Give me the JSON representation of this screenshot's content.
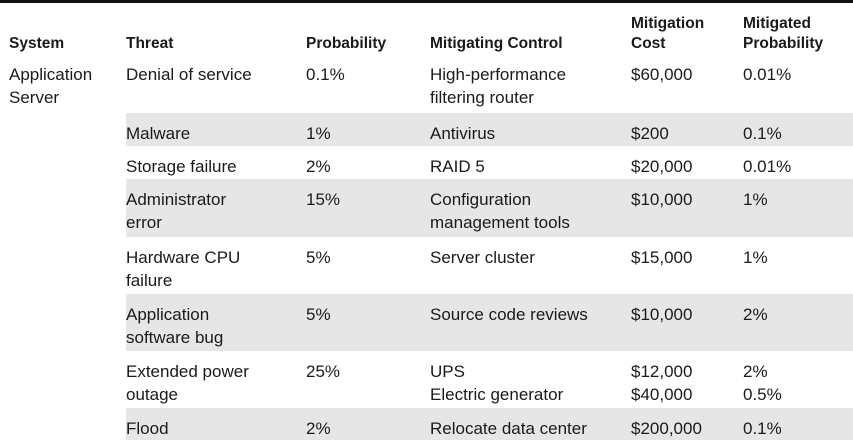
{
  "headers": {
    "system": "System",
    "threat": "Threat",
    "probability": "Probability",
    "control": "Mitigating Control",
    "cost_line1": "Mitigation",
    "cost_line2": "Cost",
    "mitprob_line1": "Mitigated",
    "mitprob_line2": "Probability"
  },
  "system": {
    "line1": "Application",
    "line2": "Server"
  },
  "rows": [
    {
      "threat": [
        "Denial of service"
      ],
      "probability": "0.1%",
      "control": [
        "High-performance",
        "filtering router"
      ],
      "cost": [
        "$60,000"
      ],
      "mitigated": [
        "0.01%"
      ]
    },
    {
      "threat": [
        "Malware"
      ],
      "probability": "1%",
      "control": [
        "Antivirus"
      ],
      "cost": [
        "$200"
      ],
      "mitigated": [
        "0.1%"
      ]
    },
    {
      "threat": [
        "Storage failure"
      ],
      "probability": "2%",
      "control": [
        "RAID 5"
      ],
      "cost": [
        "$20,000"
      ],
      "mitigated": [
        "0.01%"
      ]
    },
    {
      "threat": [
        "Administrator",
        "error"
      ],
      "probability": "15%",
      "control": [
        "Configuration",
        "management tools"
      ],
      "cost": [
        "$10,000"
      ],
      "mitigated": [
        "1%"
      ]
    },
    {
      "threat": [
        "Hardware CPU",
        "failure"
      ],
      "probability": "5%",
      "control": [
        "Server cluster"
      ],
      "cost": [
        "$15,000"
      ],
      "mitigated": [
        "1%"
      ]
    },
    {
      "threat": [
        "Application",
        "software bug"
      ],
      "probability": "5%",
      "control": [
        "Source code reviews"
      ],
      "cost": [
        "$10,000"
      ],
      "mitigated": [
        "2%"
      ]
    },
    {
      "threat": [
        "Extended power",
        "outage"
      ],
      "probability": "25%",
      "control": [
        "UPS",
        "Electric generator"
      ],
      "cost": [
        "$12,000",
        "$40,000"
      ],
      "mitigated": [
        "2%",
        "0.5%"
      ]
    },
    {
      "threat": [
        "Flood"
      ],
      "probability": "2%",
      "control": [
        "Relocate data center"
      ],
      "cost": [
        "$200,000"
      ],
      "mitigated": [
        "0.1%"
      ]
    }
  ]
}
